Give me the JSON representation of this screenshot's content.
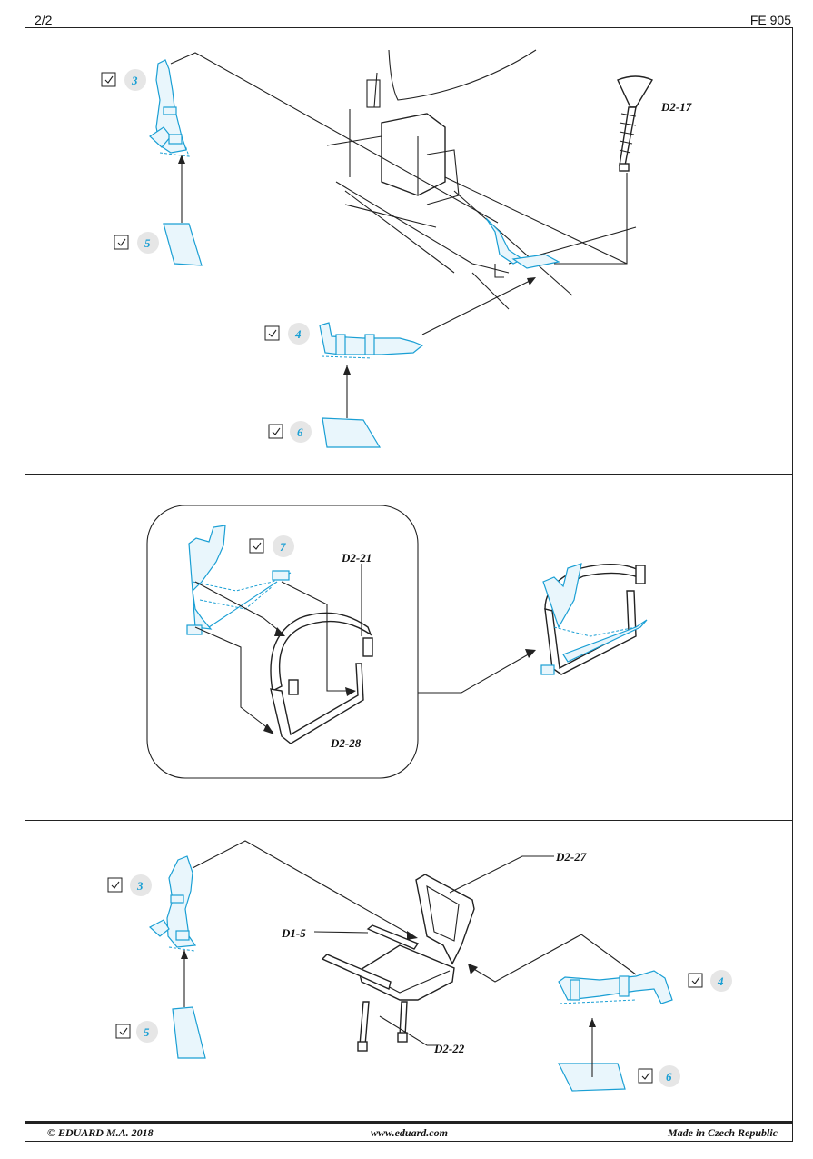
{
  "header": {
    "page": "2/2",
    "code": "FE 905"
  },
  "steps": [
    {
      "num": "3"
    },
    {
      "num": "5"
    },
    {
      "num": "4"
    },
    {
      "num": "6"
    },
    {
      "num": "7"
    },
    {
      "num": "3"
    },
    {
      "num": "5"
    },
    {
      "num": "4"
    },
    {
      "num": "6"
    }
  ],
  "parts": {
    "d2_17": "D2-17",
    "d2_21": "D2-21",
    "d2_28": "D2-28",
    "d2_27": "D2-27",
    "d1_5": "D1-5",
    "d2_22": "D2-22"
  },
  "footer": {
    "copyright": "© EDUARD  M.A. 2018",
    "website": "www.eduard.com",
    "made_in": "Made in Czech Republic"
  },
  "colors": {
    "photo_etch": "#1a9fd4",
    "line": "#222222"
  }
}
